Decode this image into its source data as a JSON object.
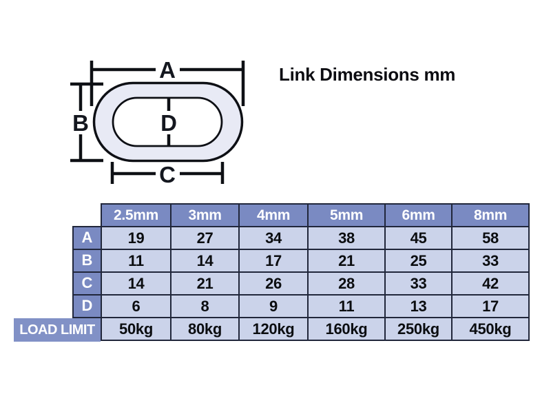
{
  "title": "Link Dimensions mm",
  "diagram": {
    "labels": [
      "A",
      "B",
      "C",
      "D"
    ],
    "description": "chain-link cross-section with outer width A, outer height B, inner width C, inner height D"
  },
  "table": {
    "columns": [
      "2.5mm",
      "3mm",
      "4mm",
      "5mm",
      "6mm",
      "8mm"
    ],
    "rows": [
      {
        "label": "A",
        "values": [
          "19",
          "27",
          "34",
          "38",
          "45",
          "58"
        ]
      },
      {
        "label": "B",
        "values": [
          "11",
          "14",
          "17",
          "21",
          "25",
          "33"
        ]
      },
      {
        "label": "C",
        "values": [
          "14",
          "21",
          "26",
          "28",
          "33",
          "42"
        ]
      },
      {
        "label": "D",
        "values": [
          "6",
          "8",
          "9",
          "11",
          "13",
          "17"
        ]
      },
      {
        "label": "LOAD LIMIT",
        "values": [
          "50kg",
          "80kg",
          "120kg",
          "160kg",
          "250kg",
          "450kg"
        ]
      }
    ]
  },
  "chart_data": {
    "type": "table",
    "title": "Link Dimensions mm",
    "columns": [
      "2.5mm",
      "3mm",
      "4mm",
      "5mm",
      "6mm",
      "8mm"
    ],
    "row_labels": [
      "A",
      "B",
      "C",
      "D",
      "LOAD LIMIT"
    ],
    "cells": [
      [
        19,
        27,
        34,
        38,
        45,
        58
      ],
      [
        11,
        14,
        17,
        21,
        25,
        33
      ],
      [
        14,
        21,
        26,
        28,
        33,
        42
      ],
      [
        6,
        8,
        9,
        11,
        13,
        17
      ],
      [
        "50kg",
        "80kg",
        "120kg",
        "160kg",
        "250kg",
        "450kg"
      ]
    ]
  },
  "colors": {
    "border": "#20263a",
    "header_bg": "#7a8ac2",
    "row_label_bg": "#7a8ac2",
    "load_label_bg": "#8191c6",
    "cell_bg": "#cbd3ea",
    "link_fill": "#e8eaf5",
    "line": "#0e1015",
    "letter": "#14171f",
    "title": "#0d0d12",
    "cell_text": "#0b0d10",
    "header_text": "#ffffff"
  }
}
